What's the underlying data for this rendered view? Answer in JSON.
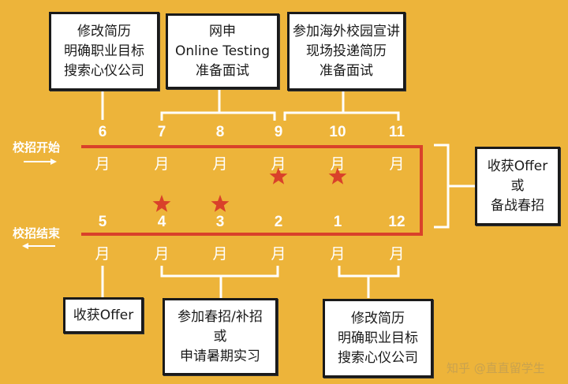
{
  "colors": {
    "background": "#EDB43A",
    "timeline_red": "#D9412A",
    "bracket_white": "#FFFFFF",
    "star_red": "#D9412A",
    "box_fill": "#FFFFFF",
    "box_border": "#1A1A1A"
  },
  "side_labels": {
    "start": "校招开始",
    "start_arrow": "→",
    "end": "校招结束",
    "end_arrow": "←"
  },
  "month_suffix": "月",
  "top_row": {
    "months": [
      "6",
      "7",
      "8",
      "9",
      "10",
      "11"
    ],
    "stars": [
      "9",
      "10"
    ]
  },
  "bottom_row": {
    "months": [
      "5",
      "4",
      "3",
      "2",
      "1",
      "12"
    ],
    "stars": [
      "4",
      "3"
    ]
  },
  "boxes": {
    "top_june": [
      "修改简历",
      "明确职业目标",
      "搜索心仪公司"
    ],
    "top_jul_sep": [
      "网申",
      "Online Testing",
      "准备面试"
    ],
    "top_sep_nov": [
      "参加海外校园宣讲",
      "现场投递简历",
      "准备面试"
    ],
    "right_outcome": [
      "收获Offer",
      "或",
      "备战春招"
    ],
    "bottom_may": [
      "收获Offer"
    ],
    "bottom_apr_feb": [
      "参加春招/补招",
      "或",
      "申请暑期实习"
    ],
    "bottom_jan_dec": [
      "修改简历",
      "明确职业目标",
      "搜索心仪公司"
    ]
  },
  "watermark": "知乎 @直直留学生"
}
